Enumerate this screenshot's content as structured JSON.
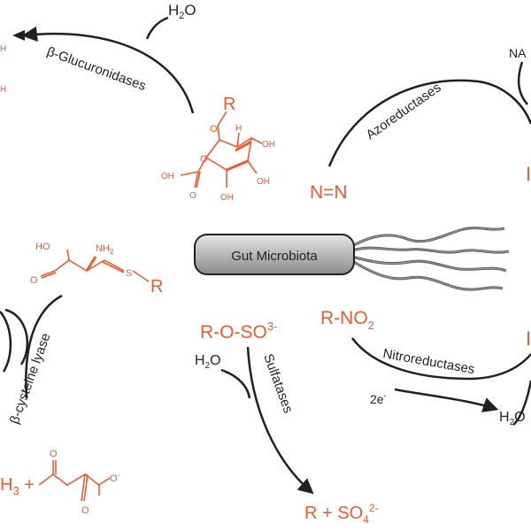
{
  "colors": {
    "orange": "#ee5a30",
    "black": "#231f20",
    "capsule": "#b8b8b8"
  },
  "center": {
    "label": "Gut Microbiota"
  },
  "glucuronide": {
    "enzyme": "β-Glucuronidases",
    "water": "H2O",
    "r_group": "R",
    "ring_oxygen": "O",
    "link_oxygen": "O",
    "hydrogen": "H",
    "oh": "OH",
    "carbonyl_o": "O",
    "acid_oh": "OH"
  },
  "azo": {
    "enzyme": "Azoreductases",
    "substrate": "N=N",
    "cofactor_partial": "NA"
  },
  "cysteine": {
    "enzyme": "β-cysteine lyase",
    "hoo": "HO",
    "carbonyl_o": "O",
    "amine": "NH2",
    "sulfur": "S",
    "r_group": "R",
    "product_partial": "H3 +",
    "product_o1": "O",
    "product_o2": "O-"
  },
  "sulfate": {
    "enzyme": "Sulfatases",
    "substrate": "R-O-SO3-",
    "water": "H2O",
    "product": "R + SO42-"
  },
  "nitro": {
    "enzyme": "Nitroreductases",
    "substrate": "R-NO2",
    "electrons": "2e-",
    "water": "H2O"
  },
  "edge_fragments": {
    "left_top_1": "H",
    "left_top_2": "H",
    "right_orange_1": "I",
    "right_orange_2": "I"
  }
}
